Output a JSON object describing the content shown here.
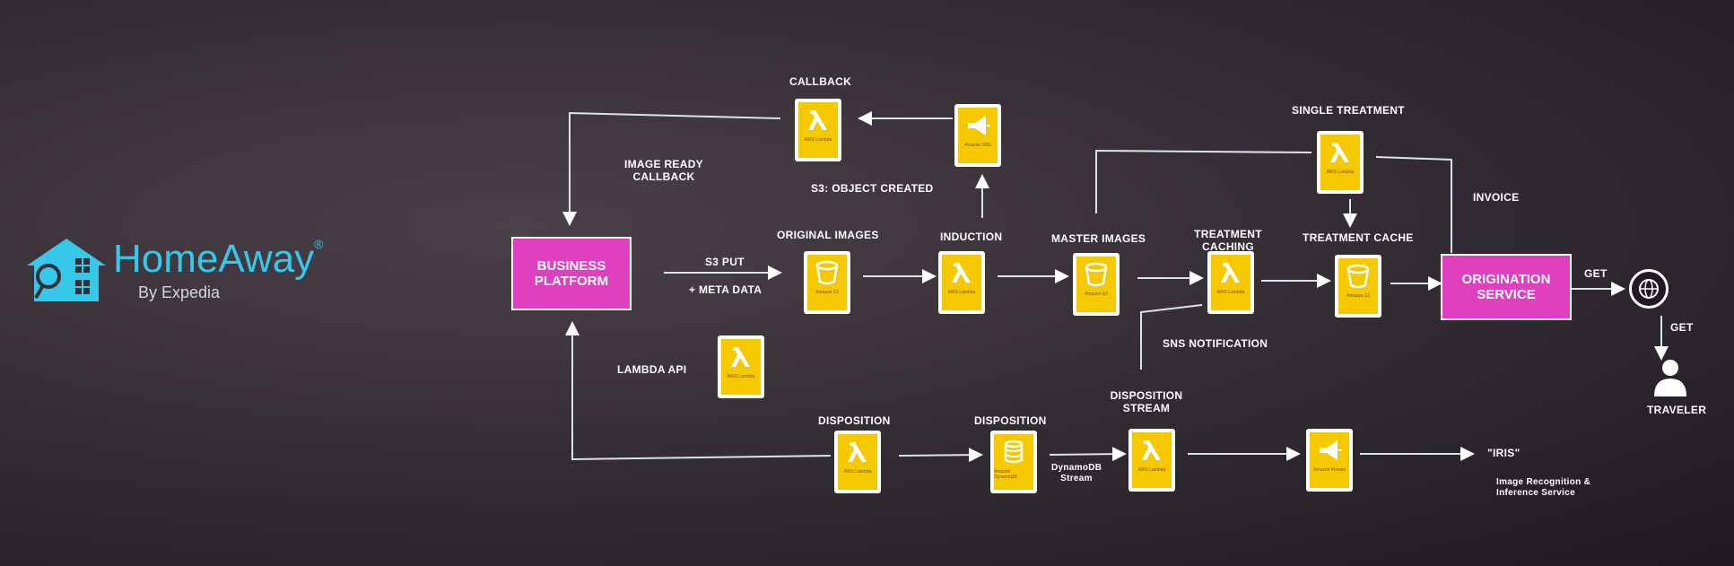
{
  "logo": {
    "name": "HomeAway",
    "trademark": "®",
    "tagline": "By Expedia",
    "color": "#35c8e8"
  },
  "boxes": {
    "business_platform": "BUSINESS PLATFORM",
    "origination_service": "ORIGINATION SERVICE"
  },
  "labels": {
    "callback": "CALLBACK",
    "image_ready_callback": "IMAGE READY CALLBACK",
    "s3_object_created": "S3: OBJECT CREATED",
    "s3_put": "S3 PUT",
    "meta_data": "+ META DATA",
    "original_images": "ORIGINAL IMAGES",
    "induction": "INDUCTION",
    "master_images": "MASTER IMAGES",
    "treatment_caching": "TREATMENT CACHING",
    "treatment_cache": "TREATMENT CACHE",
    "single_treatment": "SINGLE TREATMENT",
    "invoice": "INVOICE",
    "get_1": "GET",
    "get_2": "GET",
    "traveler": "TRAVELER",
    "sns_notification": "SNS NOTIFICATION",
    "lambda_api": "LAMBDA API",
    "disposition_1": "DISPOSITION",
    "disposition_2": "DISPOSITION",
    "disposition_stream": "DISPOSITION STREAM",
    "dynamodb_stream": "DynamoDB Stream",
    "iris": "\"IRIS\"",
    "iris_desc": "Image Recognition & Inference Service"
  },
  "icon_captions": {
    "lambda": "AWS Lambda",
    "s3": "Amazon S3",
    "sns": "Amazon SNS",
    "dynamodb": "Amazon DynamoDB",
    "kinesis": "Amazon Kinesis"
  },
  "colors": {
    "accent_pink": "#e040c0",
    "icon_yellow": "#f6c800",
    "line": "#d8e4ec",
    "background": "#362e36"
  }
}
